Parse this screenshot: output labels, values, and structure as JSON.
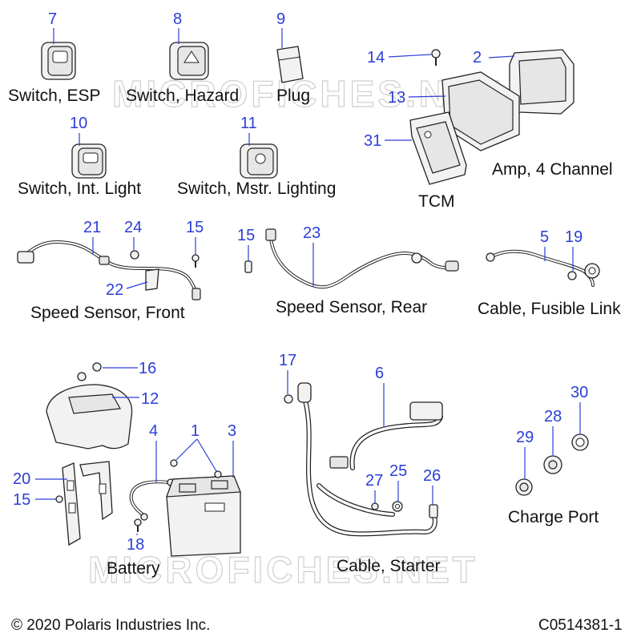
{
  "watermark": "MICROFICHES.NET",
  "footer": {
    "copyright": "© 2020 Polaris Industries Inc.",
    "code": "C0514381-1"
  },
  "colors": {
    "callout": "#2b3fd6",
    "text": "#111111",
    "watermark": "#cfcfcf"
  },
  "labels": {
    "switch_esp": "Switch, ESP",
    "switch_hazard": "Switch, Hazard",
    "plug": "Plug",
    "switch_int_light": "Switch, Int. Light",
    "switch_mstr_lighting": "Switch, Mstr. Lighting",
    "amp": "Amp, 4 Channel",
    "tcm": "TCM",
    "speed_sensor_front": "Speed Sensor, Front",
    "speed_sensor_rear": "Speed Sensor, Rear",
    "cable_fusible_link": "Cable, Fusible Link",
    "battery": "Battery",
    "cable_starter": "Cable, Starter",
    "charge_port": "Charge Port"
  },
  "callouts": {
    "c7": "7",
    "c8": "8",
    "c9": "9",
    "c10": "10",
    "c11": "11",
    "c14": "14",
    "c2": "2",
    "c13": "13",
    "c31": "31",
    "c21": "21",
    "c24": "24",
    "c15a": "15",
    "c22": "22",
    "c15b": "15",
    "c23": "23",
    "c5": "5",
    "c19": "19",
    "c16": "16",
    "c12": "12",
    "c4": "4",
    "c1": "1",
    "c3": "3",
    "c20": "20",
    "c15c": "15",
    "c18": "18",
    "c17": "17",
    "c6": "6",
    "c27": "27",
    "c25": "25",
    "c26": "26",
    "c30": "30",
    "c28": "28",
    "c29": "29"
  }
}
